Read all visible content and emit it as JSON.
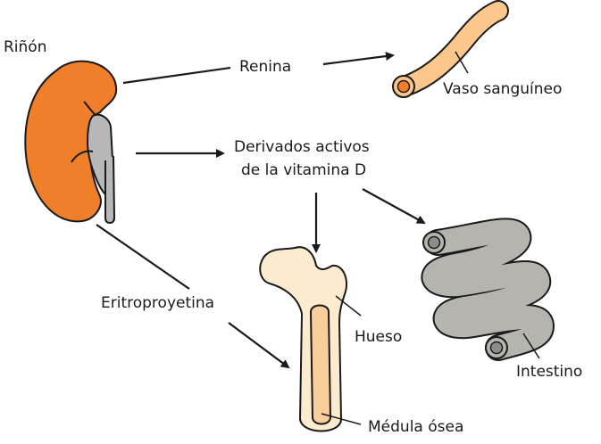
{
  "labels": {
    "kidney": "Riñón",
    "renin": "Renina",
    "blood_vessel": "Vaso sanguíneo",
    "vitamin_d_line1": "Derivados activos",
    "vitamin_d_line2": "de la vitamina D",
    "erythropoietin": "Eritroproyetina",
    "bone": "Hueso",
    "intestine": "Intestino",
    "bone_marrow": "Médula ósea"
  },
  "colors": {
    "kidney": "#f07f2a",
    "ureter": "#b8b8b8",
    "vessel": "#fcc78a",
    "vessel_lumen": "#f07f2a",
    "intestine": "#b5b5ae",
    "bone": "#fdebd0",
    "marrow": "#f8cf9a",
    "ink": "#1a1a1a"
  }
}
